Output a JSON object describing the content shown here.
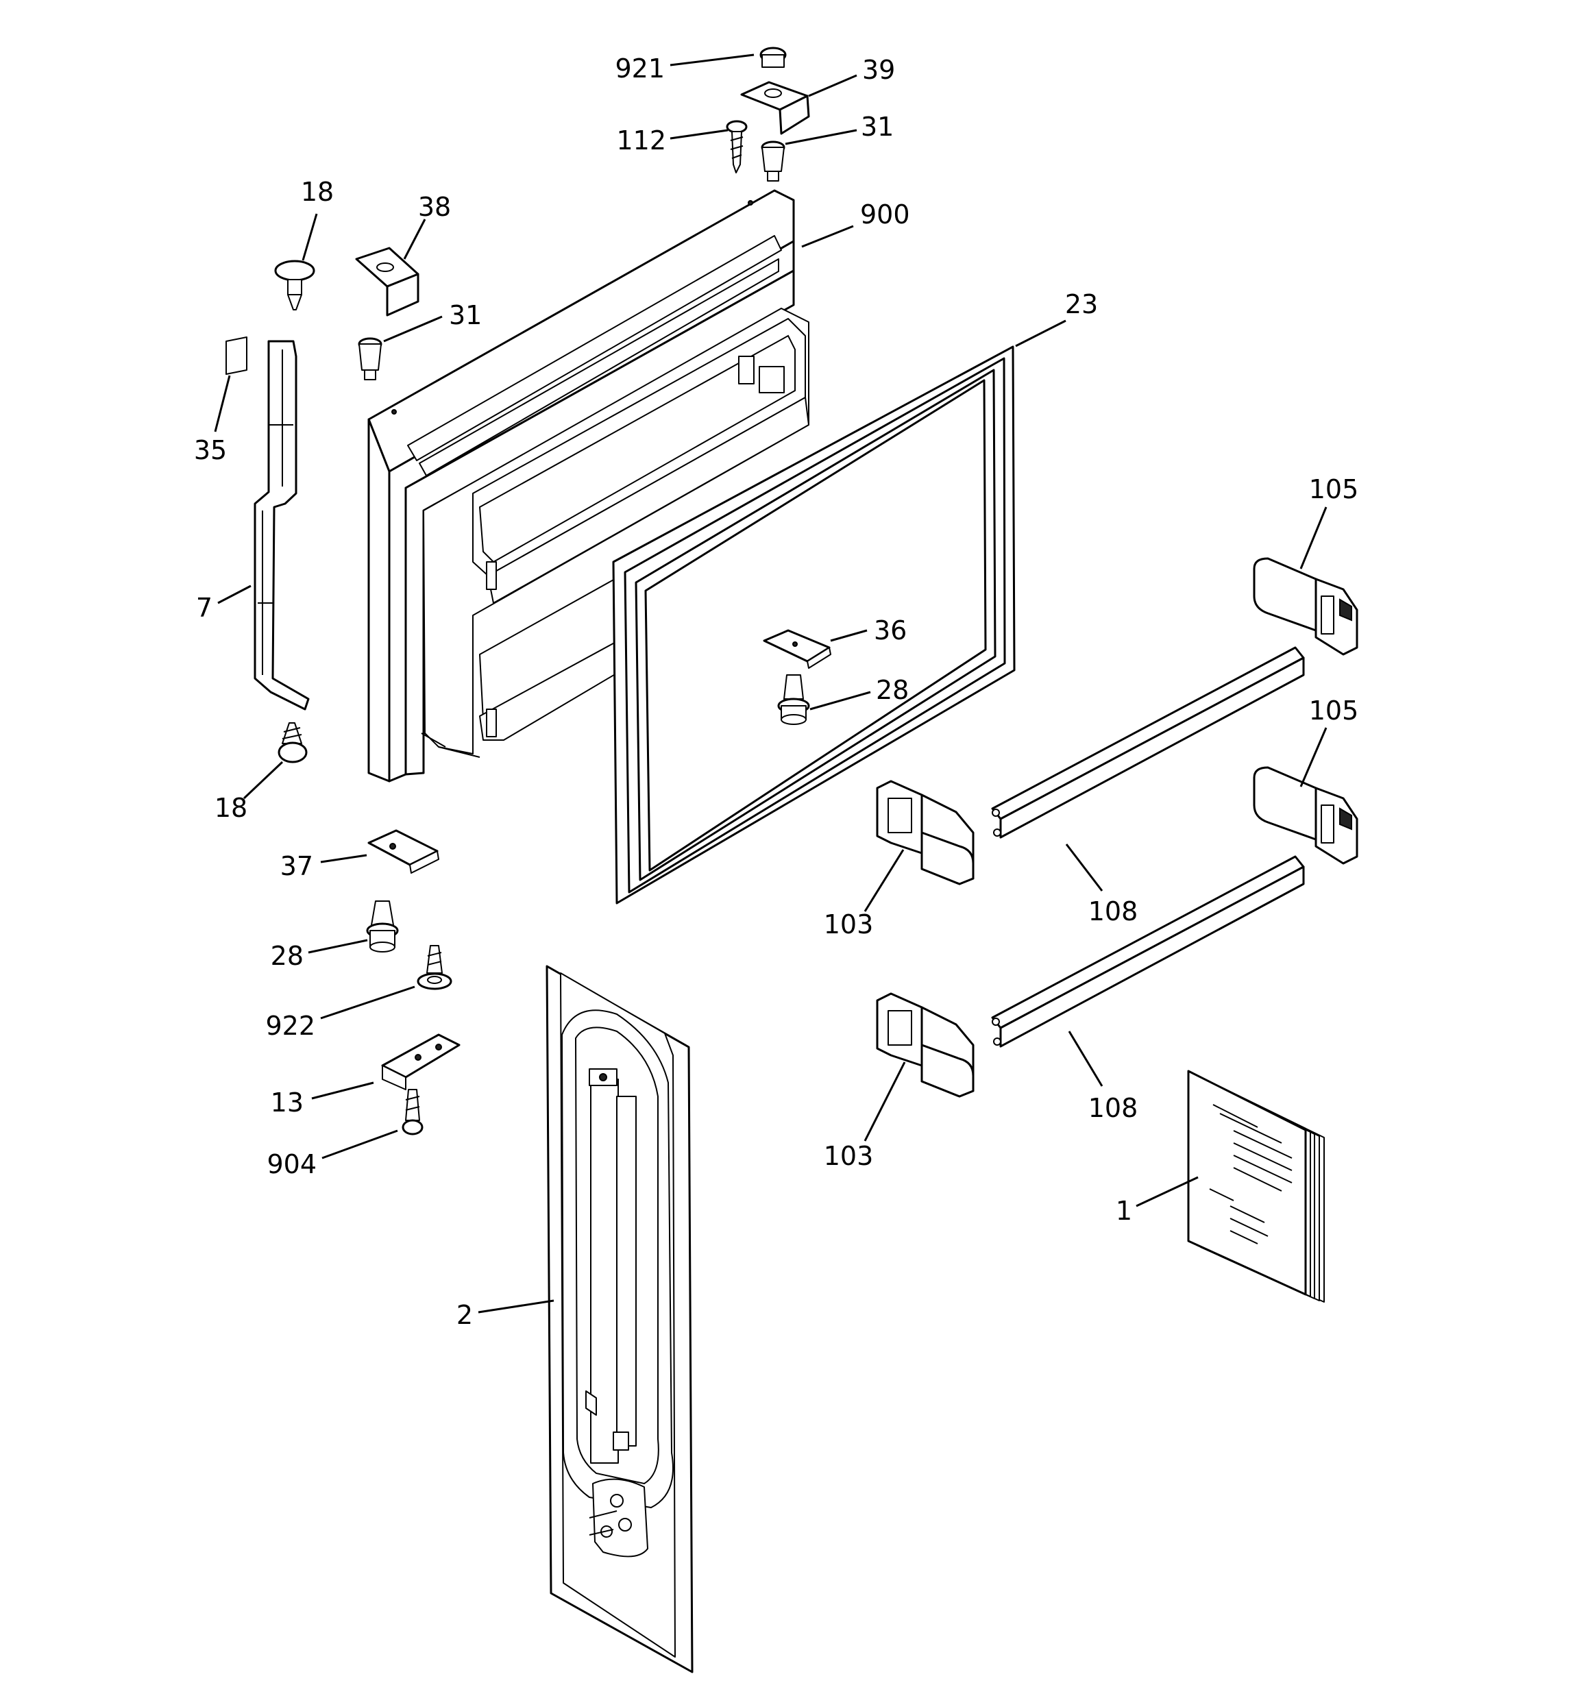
{
  "callouts": {
    "c921": "921",
    "c39": "39",
    "c112": "112",
    "c31a": "31",
    "c900": "900",
    "c18a": "18",
    "c38": "38",
    "c31b": "31",
    "c23": "23",
    "c35": "35",
    "c105a": "105",
    "c7": "7",
    "c36": "36",
    "c28a": "28",
    "c105b": "105",
    "c18b": "18",
    "c37": "37",
    "c103a": "103",
    "c108a": "108",
    "c28b": "28",
    "c922": "922",
    "c13": "13",
    "c108b": "108",
    "c103b": "103",
    "c904": "904",
    "c1": "1",
    "c2": "2"
  },
  "colors": {
    "line": "#000000",
    "background": "#ffffff"
  }
}
